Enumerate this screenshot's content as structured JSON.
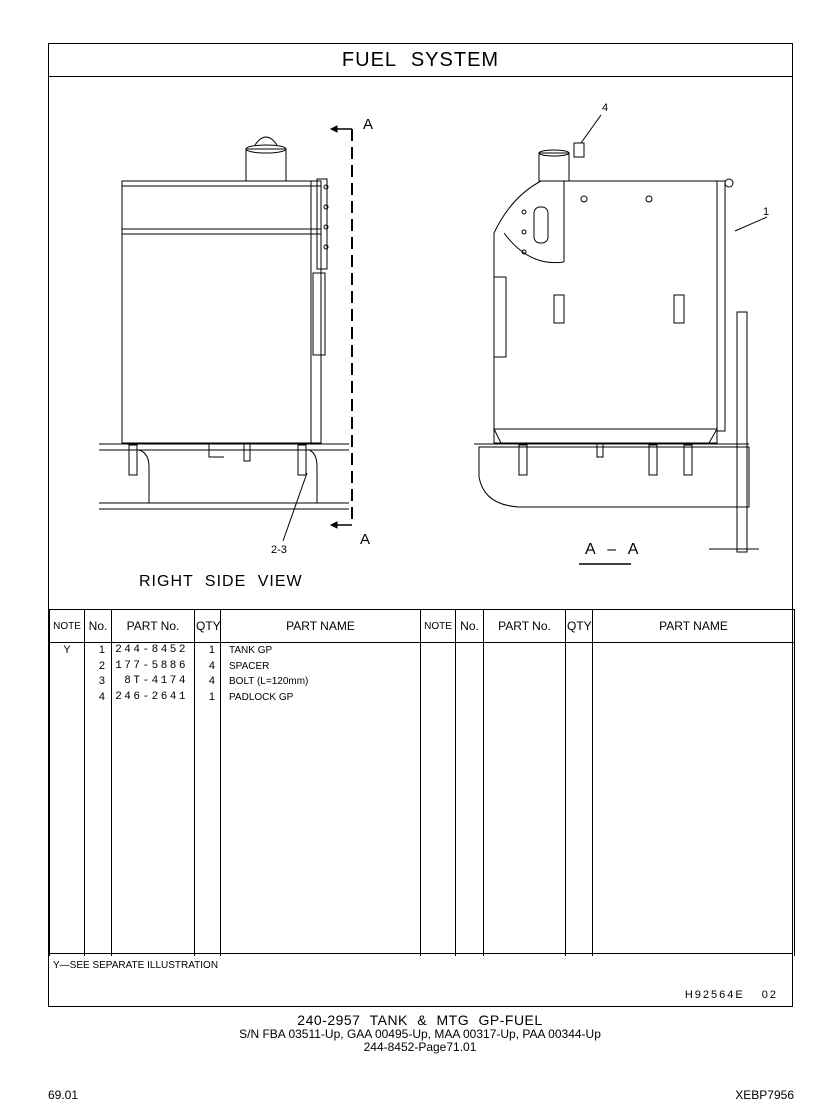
{
  "title": "FUEL SYSTEM",
  "illustration": {
    "left_view_label": "RIGHT SIDE VIEW",
    "section_label": "A – A",
    "section_marker_top": "A",
    "section_marker_bottom": "A",
    "callouts": {
      "c1": "1",
      "c23": "2-3",
      "c4": "4"
    }
  },
  "table": {
    "headers": {
      "note": "NOTE",
      "no": "No.",
      "part_no": "PART No.",
      "qty": "QTY",
      "part_name": "PART NAME"
    },
    "rows": [
      {
        "note": "Y",
        "no": "1",
        "part_no": "244-8452",
        "qty": "1",
        "name": "TANK GP"
      },
      {
        "note": "",
        "no": "2",
        "part_no": "177-5886",
        "qty": "4",
        "name": "SPACER"
      },
      {
        "note": "",
        "no": "3",
        "part_no": "8T-4174",
        "qty": "4",
        "name": "BOLT (L=120mm)"
      },
      {
        "note": "",
        "no": "4",
        "part_no": "246-2641",
        "qty": "1",
        "name": "PADLOCK GP"
      }
    ]
  },
  "footnote": "Y—SEE SEPARATE ILLUSTRATION",
  "drawing_number": "H92564E 02",
  "caption": {
    "line1": "240-2957 TANK & MTG GP-FUEL",
    "line2": "S/N FBA 03511-Up, GAA 00495-Up, MAA 00317-Up, PAA 00344-Up",
    "line3": "244-8452-Page71.01"
  },
  "page_left": "69.01",
  "page_right": "XEBP7956"
}
